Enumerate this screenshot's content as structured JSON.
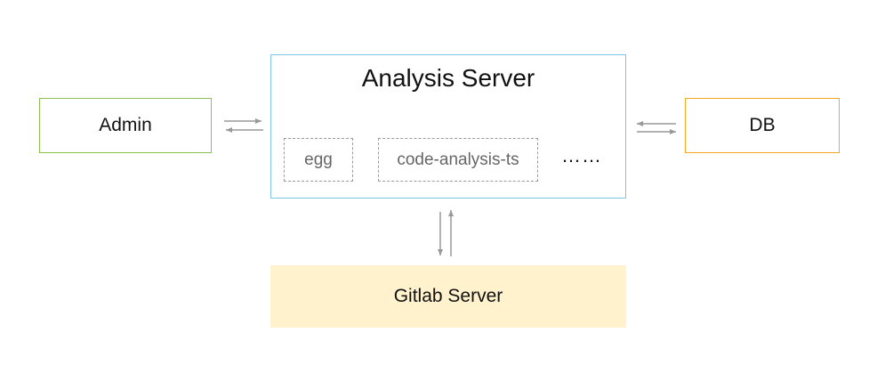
{
  "diagram": {
    "admin": {
      "label": "Admin"
    },
    "db": {
      "label": "DB"
    },
    "analysis_server": {
      "title": "Analysis Server",
      "modules": [
        "egg",
        "code-analysis-ts"
      ],
      "more": "……"
    },
    "gitlab": {
      "label": "Gitlab Server"
    }
  },
  "colors": {
    "admin_border": "#8cc152",
    "db_border": "#f5a623",
    "analysis_border": "#7ec3e8",
    "gitlab_fill": "#fff2cc",
    "arrow": "#999999"
  }
}
